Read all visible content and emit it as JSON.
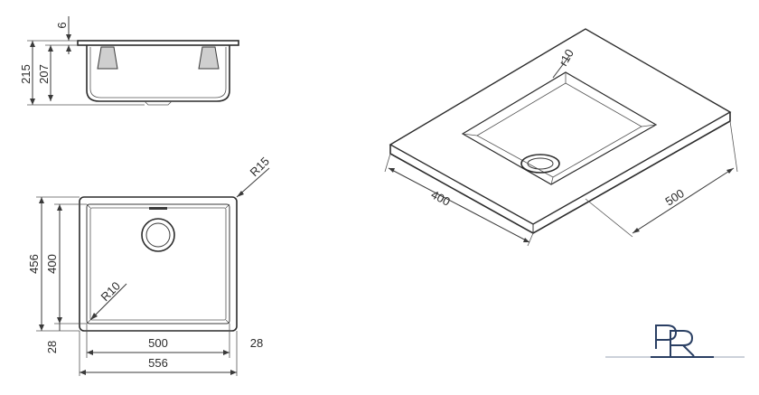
{
  "side_view": {
    "height_total": "215",
    "height_inner": "207",
    "rim_thickness": "6"
  },
  "top_view": {
    "outer_height": "456",
    "inner_height": "400",
    "bottom_margin": "28",
    "right_margin": "28",
    "inner_width": "500",
    "outer_width": "556",
    "outer_radius": "R15",
    "inner_radius": "R10"
  },
  "iso_view": {
    "width_label": "400",
    "length_label": "500",
    "corner_radius": "r10"
  },
  "colors": {
    "line": "#3a3a3a",
    "logo": "#2a3f63"
  }
}
